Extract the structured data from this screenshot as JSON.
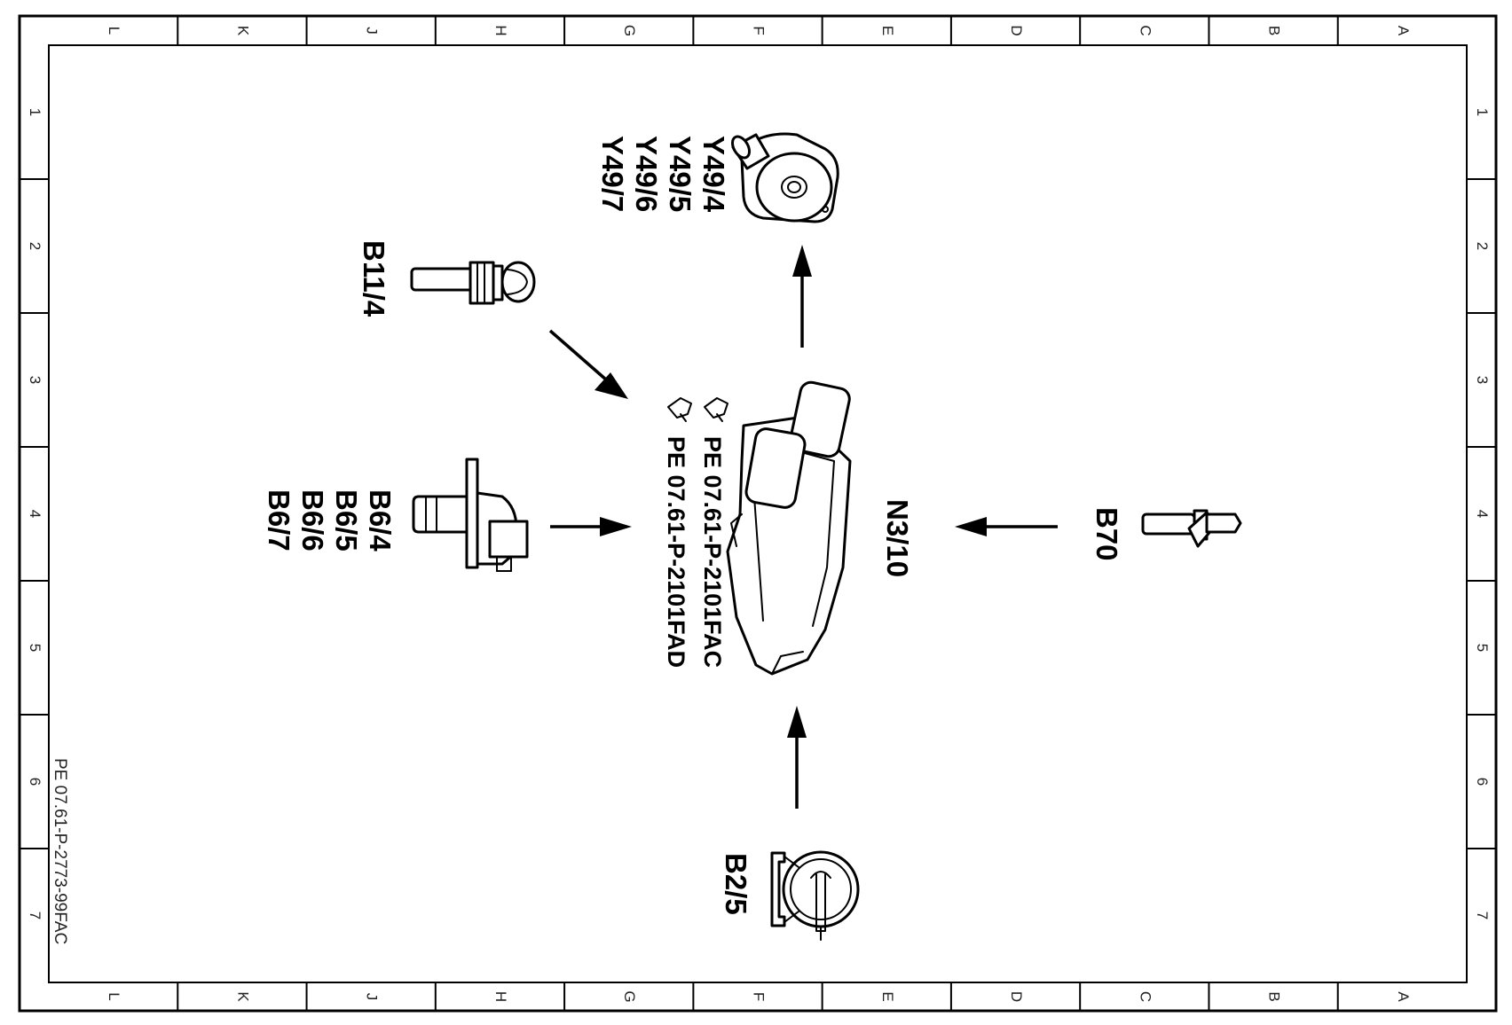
{
  "frame": {
    "columns": [
      "L",
      "K",
      "J",
      "H",
      "G",
      "F",
      "E",
      "D",
      "C",
      "B",
      "A"
    ],
    "rows": [
      "1",
      "2",
      "3",
      "4",
      "5",
      "6",
      "7"
    ]
  },
  "document_id": "PE 07.61-P-2773-99FAC",
  "components": {
    "solenoids": [
      "Y49/4",
      "Y49/5",
      "Y49/6",
      "Y49/7"
    ],
    "coolant_sensor": "B11/4",
    "camshaft_sensors": [
      "B6/4",
      "B6/5",
      "B6/6",
      "B6/7"
    ],
    "control_unit": "N3/10",
    "crank_sensor": "B70",
    "pressure_sensor": "B2/5"
  },
  "references": [
    "PE 07.61-P-2101FAC",
    "PE 07.61-P-2101FAD"
  ],
  "icons": {
    "reference_marker": "pointing-hand-icon"
  }
}
